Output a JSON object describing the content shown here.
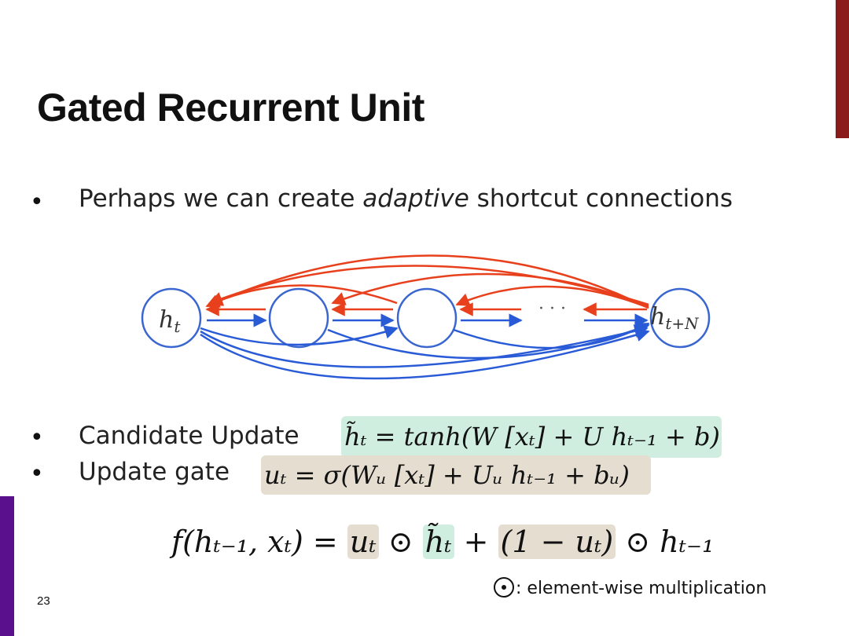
{
  "slide": {
    "title": "Gated Recurrent Unit",
    "page_number": "23",
    "accent_colors": {
      "right": "#8b1a1a",
      "left": "#5a0f8c"
    }
  },
  "bullets": {
    "bullet_glyph": "•",
    "intro_before": "Perhaps we can create ",
    "intro_emphasis": "adaptive",
    "intro_after": " shortcut connections",
    "candidate_label": "Candidate Update",
    "update_label": "Update gate"
  },
  "diagram": {
    "nodes": [
      "h_t",
      "",
      "",
      "h_{t+N}"
    ],
    "ellipsis": "· · ·",
    "forward_color": "#2a5bd7",
    "backward_color": "#e8401c",
    "node_color": "#3a66d0"
  },
  "equations": {
    "candidate": "h̃ₜ = tanh(W [xₜ] + U hₜ₋₁ + b)",
    "update_gate": "uₜ = σ(Wᵤ [xₜ] + Uᵤ hₜ₋₁ + bᵤ)",
    "f_lhs": "f(hₜ₋₁, xₜ) = ",
    "f_u": "uₜ",
    "f_odot1": " ⊙ ",
    "f_htilde": "h̃ₜ",
    "f_plus": " + ",
    "f_one_minus_u": "(1 − uₜ)",
    "f_odot2": " ⊙ ",
    "f_hprev": "hₜ₋₁",
    "highlight_green": "#cfeee0",
    "highlight_tan": "#e5ddd0"
  },
  "footnote": {
    "text": ": element-wise multiplication"
  }
}
